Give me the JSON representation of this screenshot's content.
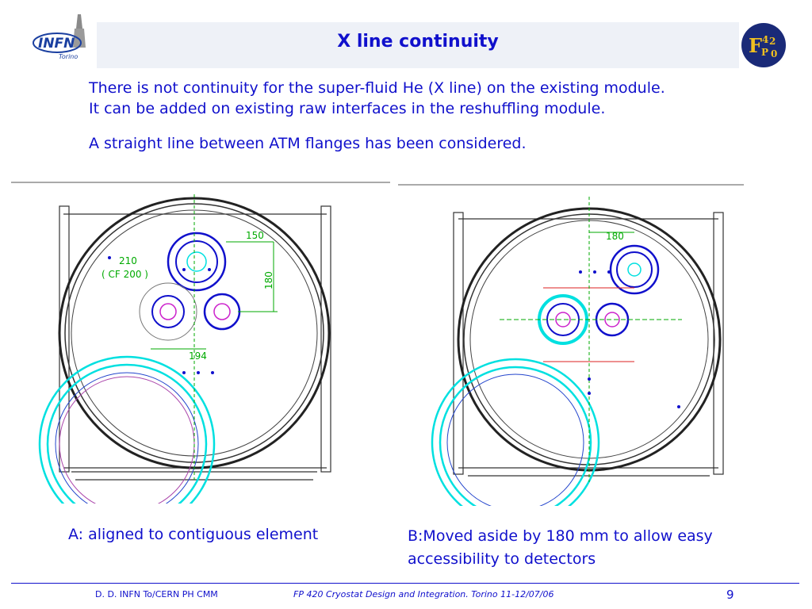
{
  "title": "X line continuity",
  "logos": {
    "infn_text": "INFN",
    "infn_sub": "Torino",
    "fp420_text": "FP420"
  },
  "paragraphs": {
    "line1": "There is not continuity for the super-fluid He (X line)  on the existing module.",
    "line2": "It can be added on existing raw interfaces in the reshuffling module.",
    "line3": "A straight line between ATM flanges has been considered."
  },
  "drawing_a": {
    "dim_diameter": "150",
    "dim_210": "210",
    "dim_cf": "( CF 200 )",
    "dim_180": "180",
    "dim_194": "194"
  },
  "drawing_b": {
    "dim_180": "180"
  },
  "captions": {
    "a": "A: aligned to contiguous element",
    "b": "B:Moved aside by 180 mm to allow easy accessibility to detectors"
  },
  "footer": {
    "left": "D. D. INFN To/CERN PH CMM",
    "center": "FP 420 Cryostat Design and Integration.     Torino  11-12/07/06",
    "page": "9"
  },
  "colors": {
    "text": "#1010cc",
    "accent": "#00e0e0",
    "title_bg": "#eef1f7"
  }
}
